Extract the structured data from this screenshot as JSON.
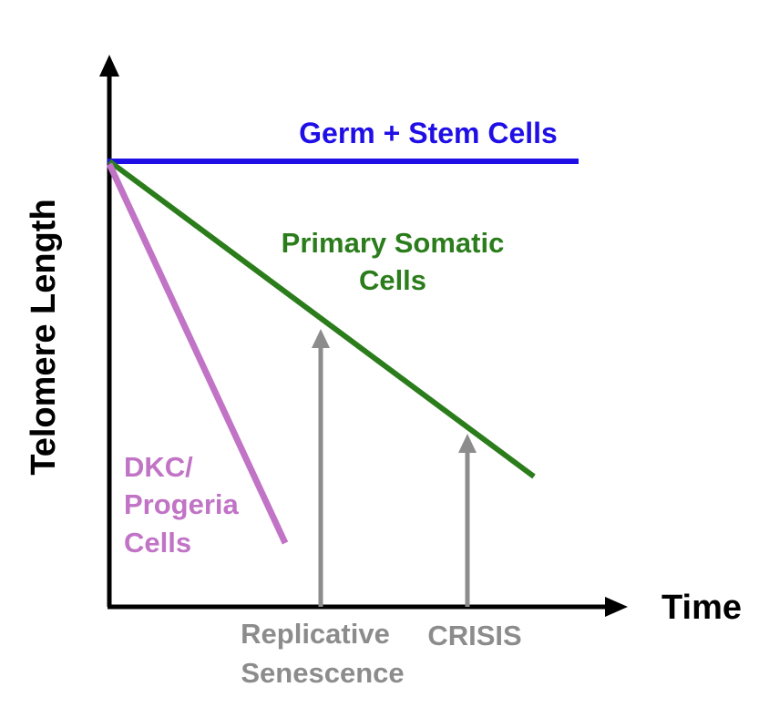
{
  "axes": {
    "y_label": "Telomere Length",
    "x_label": "Time"
  },
  "lines": {
    "germ_stem": {
      "label": "Germ + Stem Cells",
      "color": "#1f0fe6"
    },
    "primary_somatic": {
      "label_line1": "Primary Somatic",
      "label_line2": "Cells",
      "color": "#2b7d1c"
    },
    "dkc_progeria": {
      "label_line1": "DKC/",
      "label_line2": "Progeria",
      "label_line3": "Cells",
      "color": "#c173c6"
    }
  },
  "markers": {
    "replicative_senescence": {
      "label_line1": "Replicative",
      "label_line2": "Senescence",
      "color": "#8c8c8c"
    },
    "crisis": {
      "label": "CRISIS",
      "color": "#8c8c8c"
    }
  },
  "axis_color": "#000000"
}
